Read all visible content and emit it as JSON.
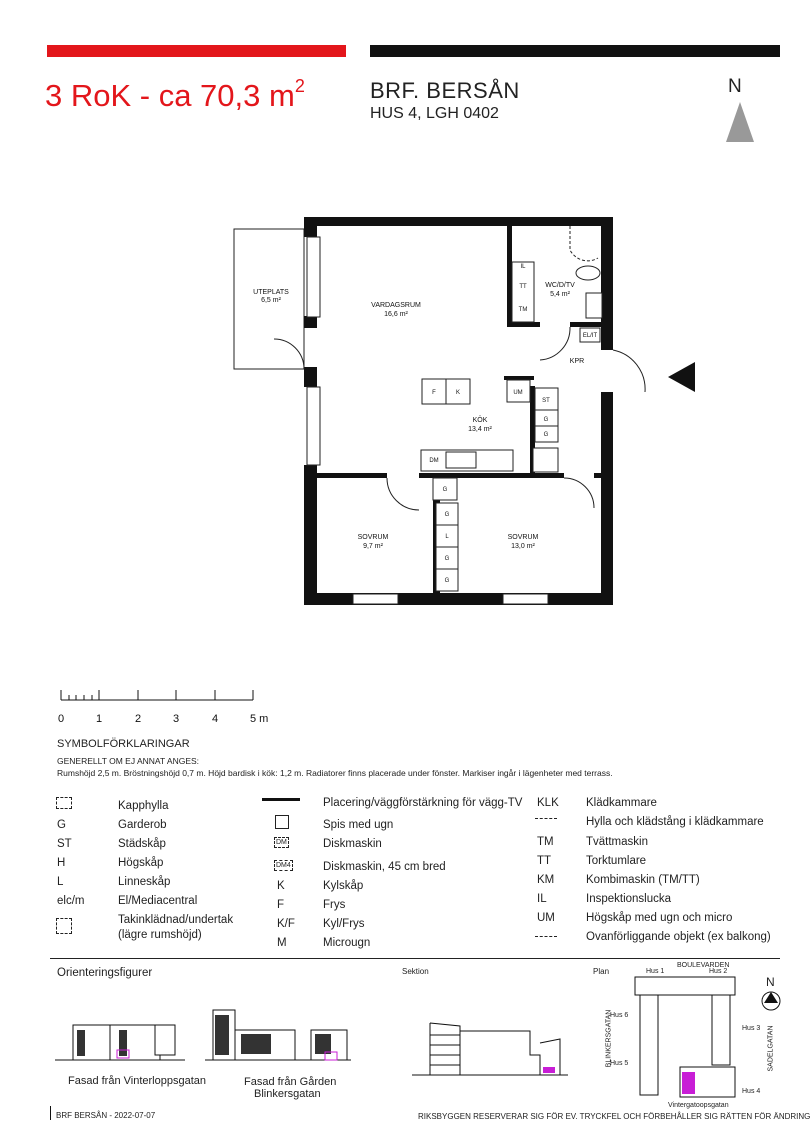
{
  "header": {
    "title": "3 RoK - ca 70,3  m",
    "title_sup": "2",
    "project": "BRF. BERSÅN",
    "unit": "HUS 4, LGH 0402",
    "north": "N",
    "accent_red": "#e3161b"
  },
  "plan": {
    "rooms": [
      {
        "name": "UTEPLATS",
        "area": "6,5 m²"
      },
      {
        "name": "VARDAGSRUM",
        "area": "16,6 m²"
      },
      {
        "name": "WC/D/TV",
        "area": "5,4 m²"
      },
      {
        "name": "KPR",
        "area": ""
      },
      {
        "name": "KÖK",
        "area": "13,4 m²"
      },
      {
        "name": "SOVRUM",
        "area": "9,7 m²"
      },
      {
        "name": "SOVRUM",
        "area": "13,0 m²"
      }
    ],
    "fixtures": {
      "f": "F",
      "k": "K",
      "um": "UM",
      "st": "ST",
      "g": "G",
      "l": "L",
      "tm": "TM",
      "tt": "TT",
      "il": "IL",
      "dm": "DM",
      "elit": "EL/IT"
    }
  },
  "scale": {
    "labels": [
      "0",
      "1",
      "2",
      "3",
      "4",
      "5 m"
    ]
  },
  "legend": {
    "title": "SYMBOLFÖRKLARINGAR",
    "general": "GENERELLT OM EJ ANNAT ANGES:",
    "note": "Rumshöjd 2,5 m. Bröstningshöjd 0,7 m. Höjd bardisk i kök: 1,2 m. Radiatorer finns placerade under fönster. Markiser ingår i lägenheter med terrass.",
    "col1": [
      {
        "code": "",
        "label": "Kapphylla",
        "icon": "kapphylla-icon"
      },
      {
        "code": "G",
        "label": "Garderob"
      },
      {
        "code": "ST",
        "label": "Städskåp"
      },
      {
        "code": "H",
        "label": "Högskåp"
      },
      {
        "code": "L",
        "label": "Linneskåp"
      },
      {
        "code": "elc/m",
        "label": "El/Mediacentral"
      },
      {
        "code": "",
        "label": "Takinklädnad/undertak",
        "label2": "(lägre rumshöjd)",
        "icon": "ceiling-icon"
      }
    ],
    "col2": [
      {
        "code": "",
        "label": "Placering/väggförstärkning för vägg-TV",
        "icon": "tv-wall-icon"
      },
      {
        "code": "",
        "label": "Spis med ugn",
        "icon": "stove-icon"
      },
      {
        "code": "DM",
        "label": "Diskmaskin",
        "icon": "dishwasher-icon"
      },
      {
        "code": "DM4",
        "label": "Diskmaskin, 45 cm bred",
        "icon": "dishwasher-45-icon"
      },
      {
        "code": "K",
        "label": "Kylskåp"
      },
      {
        "code": "F",
        "label": "Frys"
      },
      {
        "code": "K/F",
        "label": "Kyl/Frys"
      },
      {
        "code": "M",
        "label": "Microugn"
      }
    ],
    "col3": [
      {
        "code": "KLK",
        "label": "Klädkammare"
      },
      {
        "code": "",
        "label": "Hylla och klädstång i klädkammare",
        "icon": "shelf-rod-icon"
      },
      {
        "code": "TM",
        "label": "Tvättmaskin"
      },
      {
        "code": "TT",
        "label": "Torktumlare"
      },
      {
        "code": "KM",
        "label": "Kombimaskin (TM/TT)"
      },
      {
        "code": "IL",
        "label": "Inspektionslucka"
      },
      {
        "code": "UM",
        "label": "Högskåp med ugn och micro"
      },
      {
        "code": "",
        "label": "Ovanförliggande objekt (ex  balkong)",
        "icon": "dash-dot-icon"
      }
    ]
  },
  "orientation": {
    "title": "Orienteringsfigurer",
    "facade1": "Fasad från Vinterloppsgatan",
    "facade2_line1": "Fasad från Gården",
    "facade2_line2": "Blinkersgatan",
    "section": "Sektion",
    "plan": "Plan",
    "streets": {
      "top": "BOULEVARDEN",
      "left": "BLINKERSGATAN",
      "right": "SADELGATAN",
      "bottom": "Vintergatoopsgatan"
    },
    "houses": [
      "Hus 1",
      "Hus 2",
      "Hus 3",
      "Hus 4",
      "Hus 5",
      "Hus 6"
    ],
    "north": "N",
    "highlight": "#c81ed6"
  },
  "footer": {
    "left": "BRF BERSÅN  - 2022-07-07",
    "right": "RIKSBYGGEN RESERVERAR SIG FÖR EV. TRYCKFEL OCH FÖRBEHÅLLER SIG RÄTTEN FÖR ÄNDRINGAR"
  }
}
